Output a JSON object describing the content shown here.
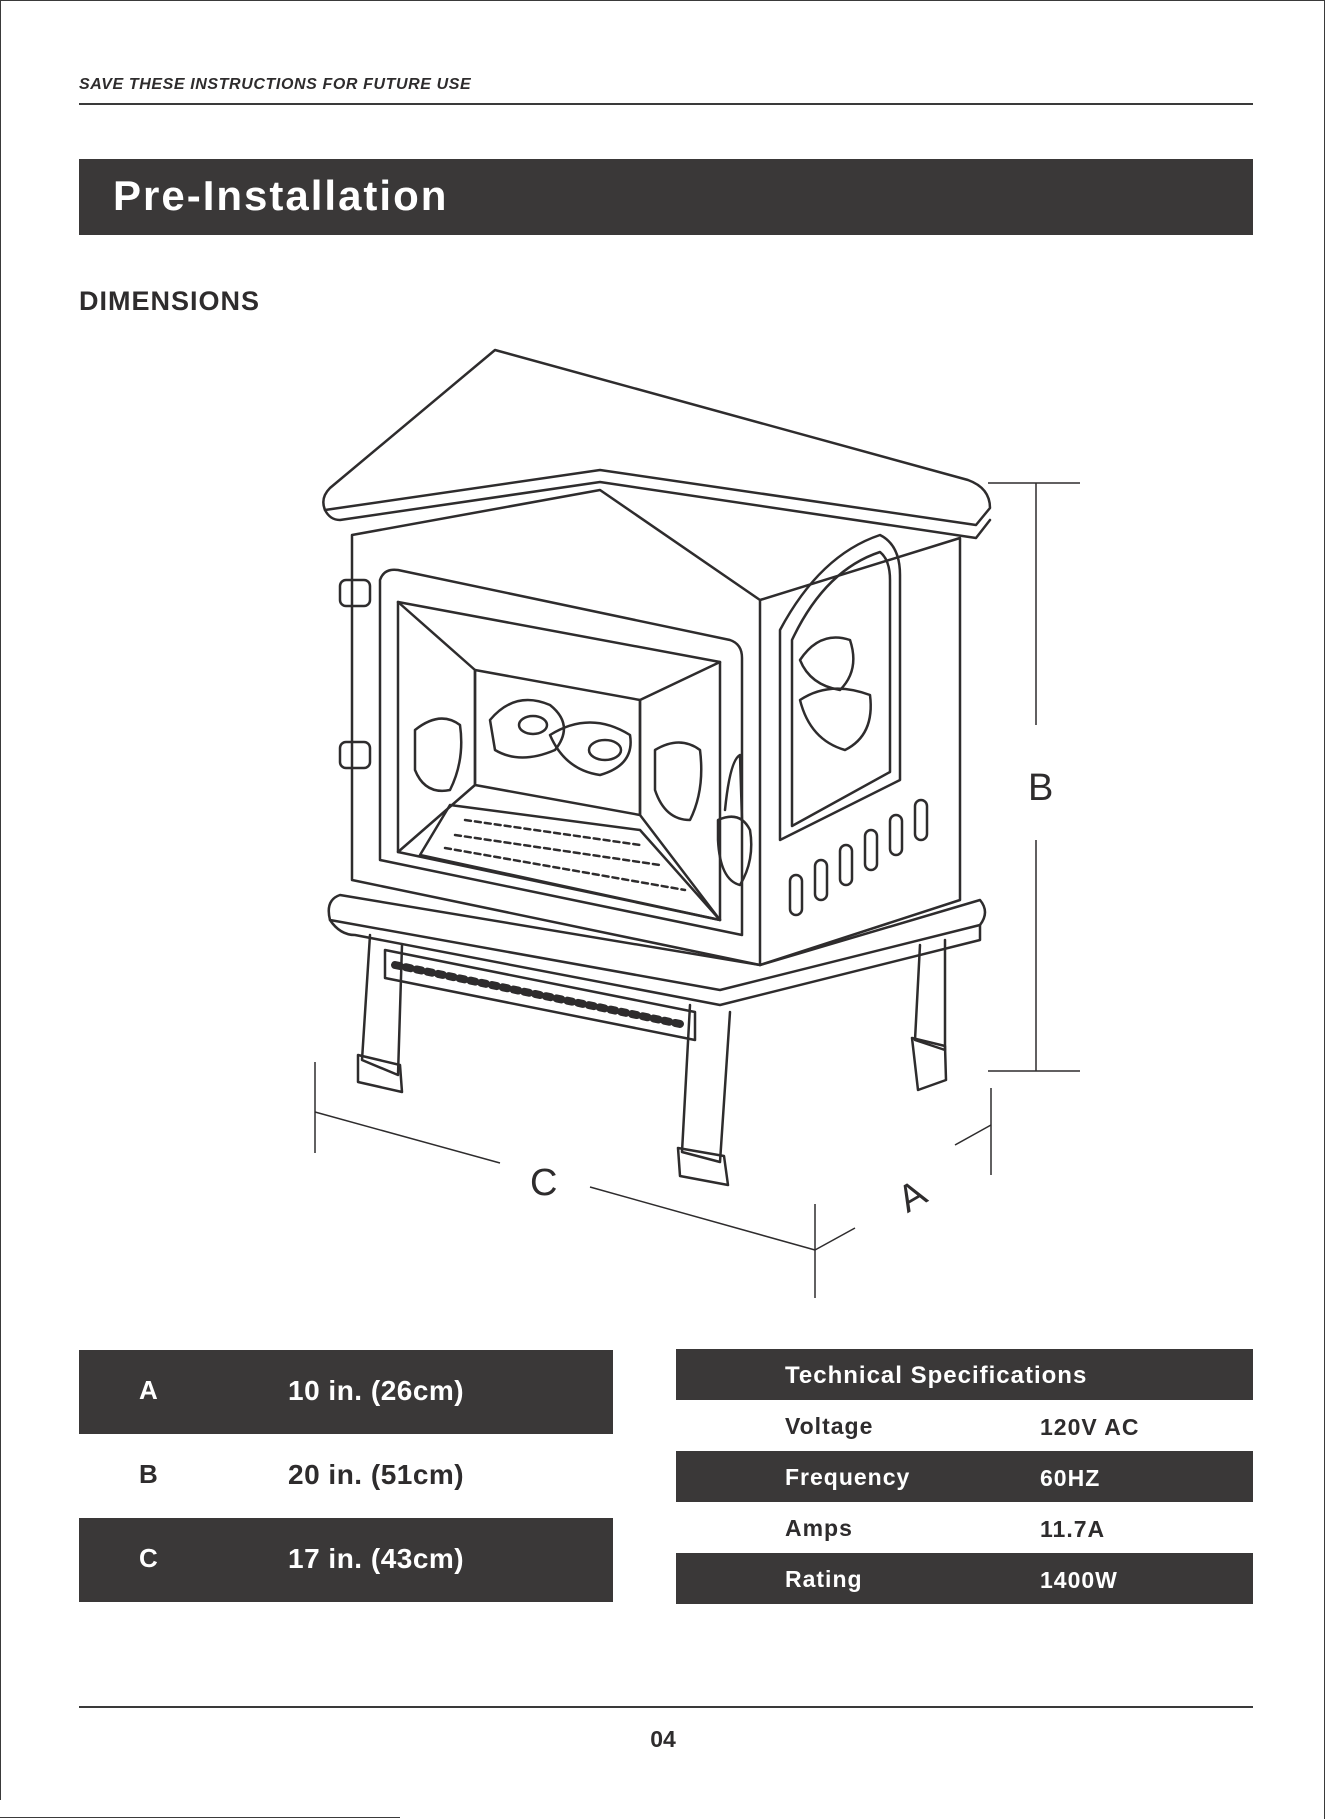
{
  "header": {
    "note": "SAVE THESE INSTRUCTIONS FOR FUTURE USE"
  },
  "title": "Pre-Installation",
  "section": {
    "heading": "DIMENSIONS"
  },
  "figure": {
    "labels": {
      "a": "A",
      "b": "B",
      "c": "C"
    }
  },
  "dimensions": [
    {
      "key": "A",
      "value": "10 in. (26cm)"
    },
    {
      "key": "B",
      "value": "20 in. (51cm)"
    },
    {
      "key": "C",
      "value": "17 in. (43cm)"
    }
  ],
  "specs": {
    "heading": "Technical Specifications",
    "rows": [
      {
        "key": "Voltage",
        "value": "120V AC"
      },
      {
        "key": "Frequency",
        "value": "60HZ"
      },
      {
        "key": "Amps",
        "value": "11.7A"
      },
      {
        "key": "Rating",
        "value": "1400W"
      }
    ]
  },
  "footer": {
    "page_number": "04"
  }
}
